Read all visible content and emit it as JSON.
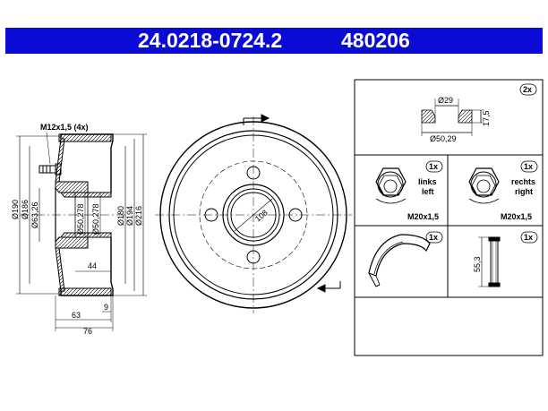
{
  "header": {
    "part_number": "24.0218-0724.2",
    "ref_number": "480206",
    "bg_color": "#0b0bd6"
  },
  "side_view": {
    "bolt_label": "M12x1,5 (4x)",
    "dims_left": [
      "Ø190",
      "Ø186",
      "Ø63,26"
    ],
    "dims_inner": [
      "Ø50,278",
      "Ø50,278"
    ],
    "dims_right": [
      "Ø180",
      "Ø194",
      "Ø216"
    ],
    "dim_44": "44",
    "dim_9": "9",
    "dim_63": "63",
    "dim_76": "76"
  },
  "front_view": {
    "hub_dim": "108"
  },
  "parts": {
    "seal": {
      "qty": "2x",
      "top_dim": "Ø29",
      "bottom_dim": "Ø50,29",
      "height_dim": "17,5"
    },
    "nut_left": {
      "qty": "1x",
      "line1": "links",
      "line2": "left",
      "thread": "M20x1,5"
    },
    "nut_right": {
      "qty": "1x",
      "line1": "rechts",
      "line2": "right",
      "thread": "M20x1,5"
    },
    "cap": {
      "qty": "1x"
    },
    "sensor_ring": {
      "qty": "1x",
      "height_dim": "55,3"
    }
  }
}
